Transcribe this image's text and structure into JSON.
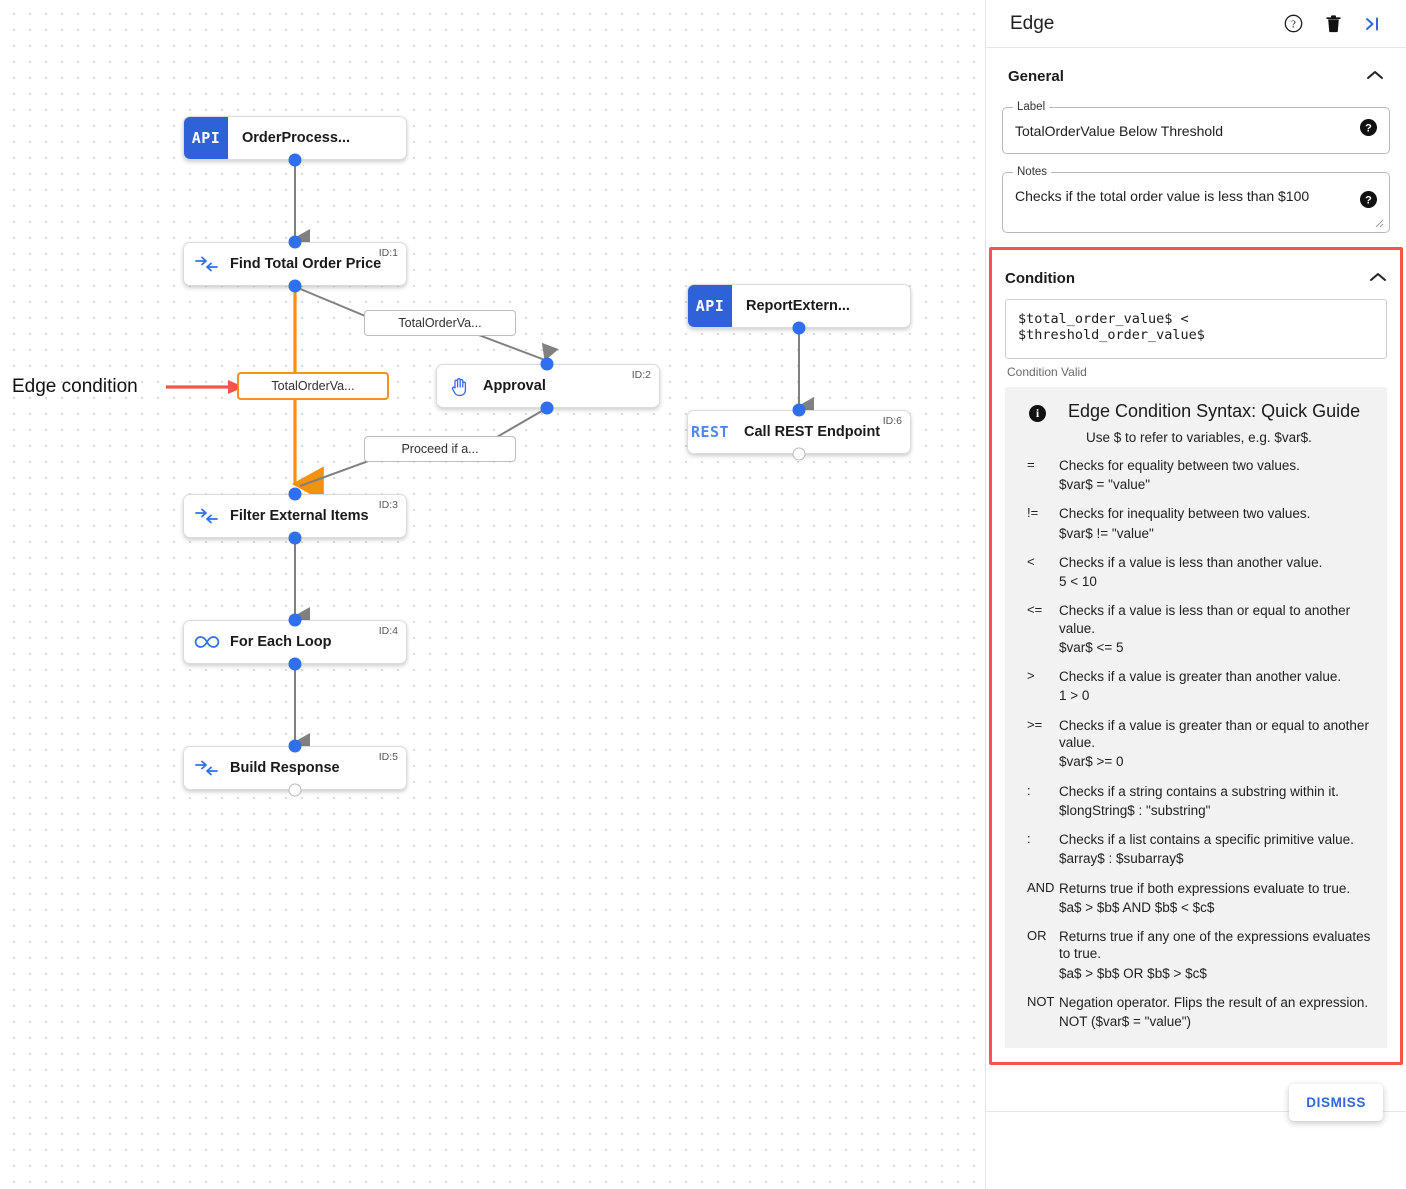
{
  "panel": {
    "title": "Edge",
    "header_icons": [
      "help-circle-icon",
      "trash-icon",
      "collapse-panel-icon"
    ],
    "general": {
      "section_title": "General",
      "label_field": {
        "label": "Label",
        "value": "TotalOrderValue Below Threshold"
      },
      "notes_field": {
        "label": "Notes",
        "value": "Checks if the total order value is less than $100"
      }
    },
    "condition": {
      "section_title": "Condition",
      "expression": "$total_order_value$ < $threshold_order_value$",
      "status": "Condition Valid",
      "guide": {
        "title": "Edge Condition Syntax: Quick Guide",
        "subtitle": "Use $ to refer to variables, e.g. $var$.",
        "operators": [
          {
            "symbol": "=",
            "description": "Checks for equality between two values.",
            "example": "$var$ = \"value\""
          },
          {
            "symbol": "!=",
            "description": "Checks for inequality between two values.",
            "example": "$var$ != \"value\""
          },
          {
            "symbol": "<",
            "description": "Checks if a value is less than another value.",
            "example": "5 < 10"
          },
          {
            "symbol": "<=",
            "description": "Checks if a value is less than or equal to another value.",
            "example": "$var$ <= 5"
          },
          {
            "symbol": ">",
            "description": "Checks if a value is greater than another value.",
            "example": "1 > 0"
          },
          {
            "symbol": ">=",
            "description": "Checks if a value is greater than or equal to another value.",
            "example": "$var$ >= 0"
          },
          {
            "symbol": ":",
            "description": "Checks if a string contains a substring within it.",
            "example": "$longString$ : \"substring\""
          },
          {
            "symbol": ":",
            "description": "Checks if a list contains a specific primitive value.",
            "example": "$array$ : $subarray$"
          },
          {
            "symbol": "AND",
            "description": "Returns true if both expressions evaluate to true.",
            "example": "$a$ > $b$ AND $b$ < $c$"
          },
          {
            "symbol": "OR",
            "description": "Returns true if any one of the expressions evaluates to true.",
            "example": "$a$ > $b$ OR $b$ > $c$"
          },
          {
            "symbol": "NOT",
            "description": "Negation operator. Flips the result of an expression.",
            "example": "NOT ($var$ = \"value\")"
          }
        ]
      }
    },
    "dismiss_label": "DISMISS"
  },
  "canvas": {
    "annotation": "Edge condition",
    "nodes": [
      {
        "name": "OrderProcess...",
        "badge": "API",
        "id_tag": ""
      },
      {
        "name": "Find Total Order Price",
        "icon": "flow-arrow-icon",
        "id_tag": "ID:1"
      },
      {
        "name": "Approval",
        "icon": "hand-icon",
        "id_tag": "ID:2"
      },
      {
        "name": "Filter External Items",
        "icon": "flow-arrow-icon",
        "id_tag": "ID:3"
      },
      {
        "name": "For Each Loop",
        "icon": "infinity-icon",
        "id_tag": "ID:4"
      },
      {
        "name": "Build Response",
        "icon": "flow-arrow-icon",
        "id_tag": "ID:5"
      },
      {
        "name": "ReportExtern...",
        "badge": "API",
        "id_tag": ""
      },
      {
        "name": "Call REST Endpoint",
        "badge": "REST",
        "id_tag": "ID:6"
      }
    ],
    "edge_labels": [
      {
        "text": "TotalOrderVa...",
        "selected": false
      },
      {
        "text": "TotalOrderVa...",
        "selected": true
      },
      {
        "text": "Proceed if a...",
        "selected": false
      }
    ]
  },
  "colors": {
    "accent_blue": "#2f6ff0",
    "selected_orange": "#f5911e",
    "highlight_red": "#f4554a",
    "link_blue": "#3366dd"
  }
}
